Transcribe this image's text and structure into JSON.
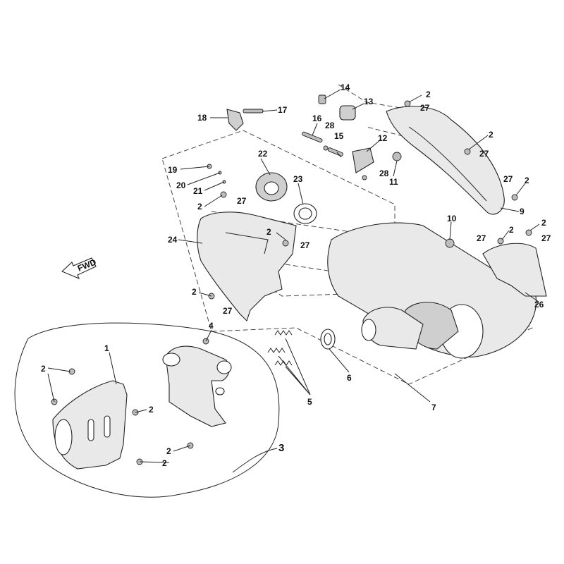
{
  "fwd_label": "FWD",
  "callouts": [
    "1",
    "2",
    "2",
    "2",
    "2",
    "2",
    "2",
    "2",
    "2",
    "2",
    "2",
    "2",
    "2",
    "3",
    "4",
    "5",
    "6",
    "7",
    "9",
    "10",
    "11",
    "12",
    "13",
    "14",
    "15",
    "16",
    "17",
    "18",
    "19",
    "20",
    "21",
    "22",
    "23",
    "24",
    "26",
    "27",
    "27",
    "27",
    "27",
    "27",
    "27",
    "27",
    "27",
    "28",
    "28"
  ]
}
